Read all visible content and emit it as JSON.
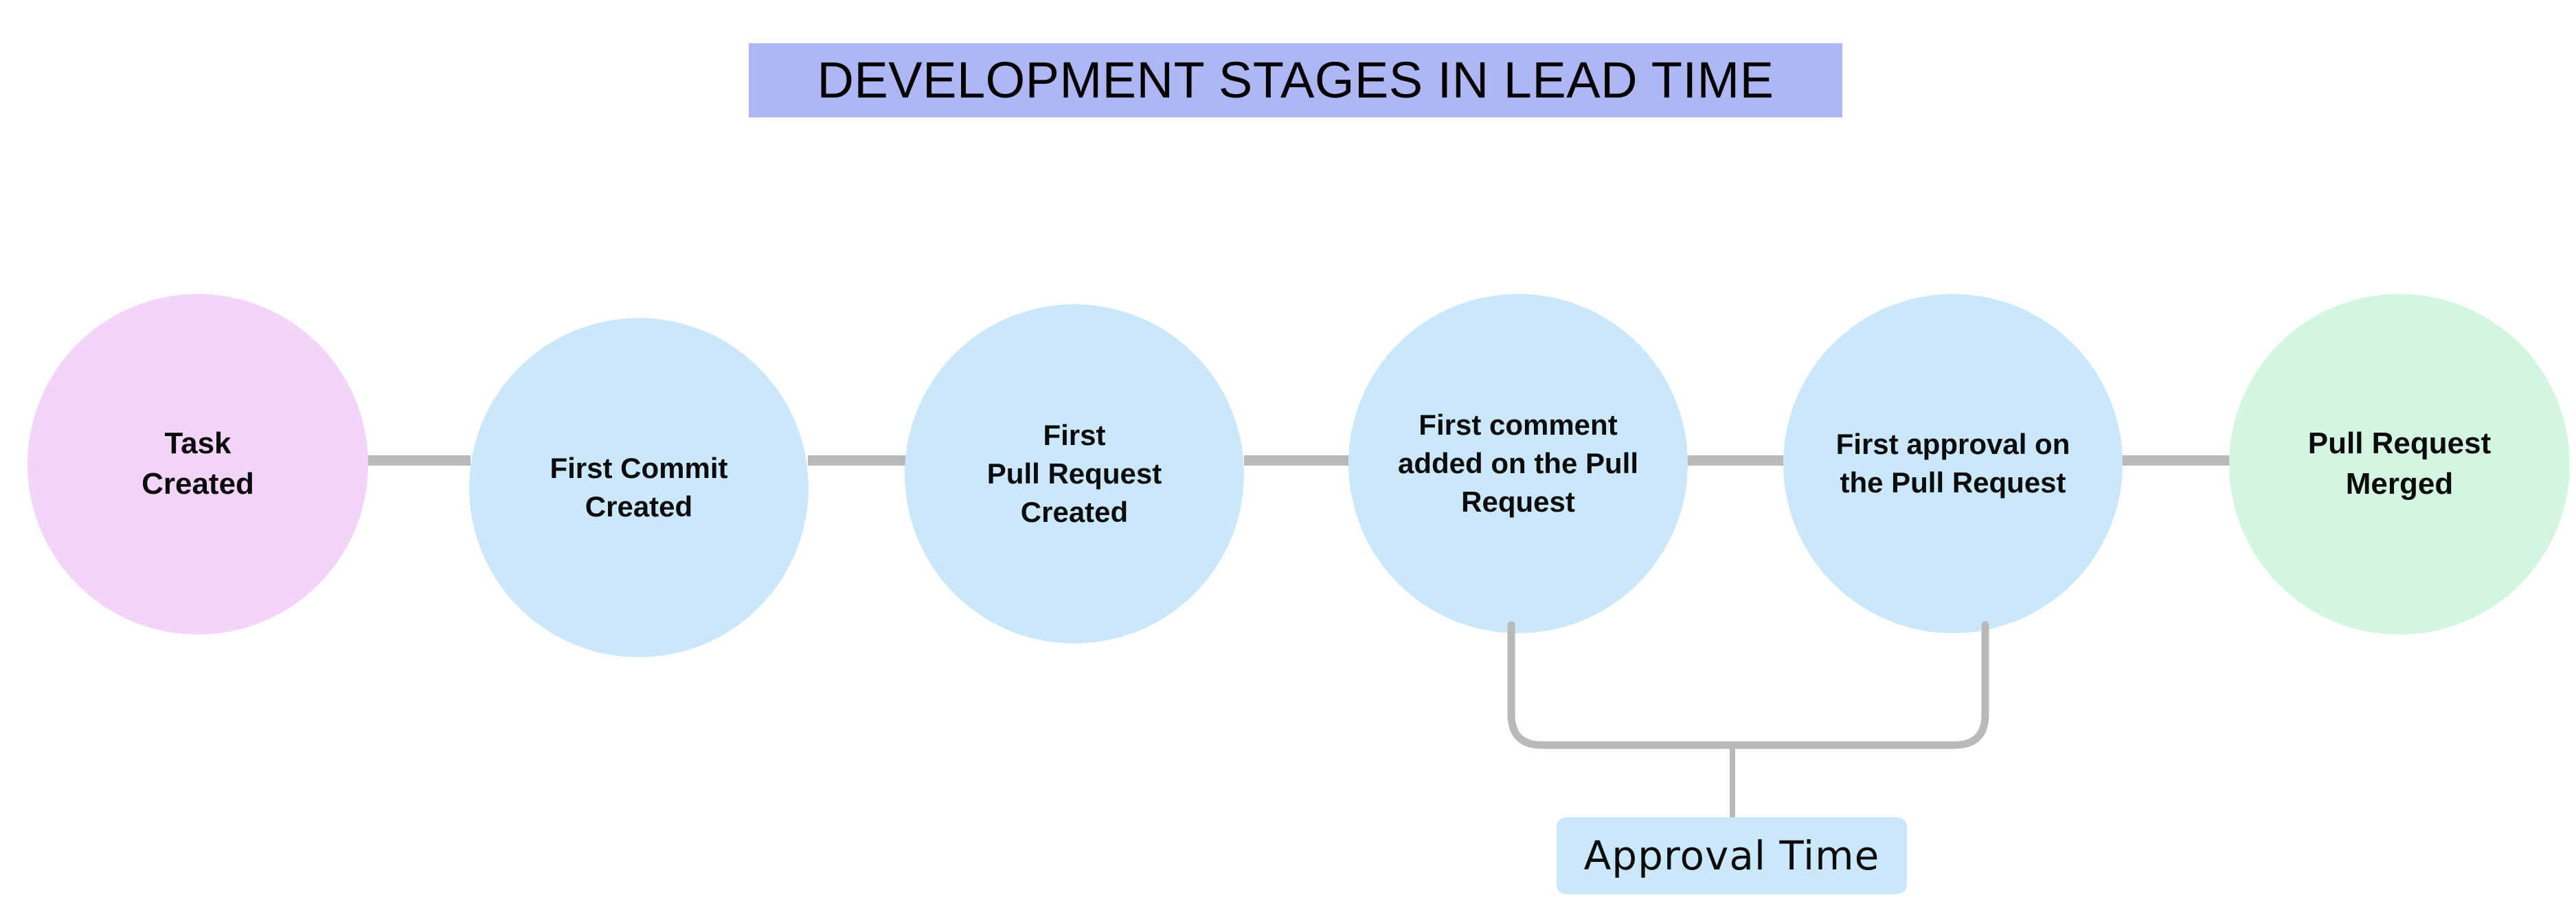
{
  "title": {
    "text": "DEVELOPMENT STAGES IN LEAD TIME",
    "background_color": "#AEB7F4",
    "text_color": "#000000"
  },
  "colors": {
    "page_background": "#FFFFFF",
    "start_node": "#F4D5FA",
    "process_node": "#CBE8FB",
    "end_node": "#D4F5E1",
    "connector_line": "#B9B9B9",
    "bracket_line": "#B9B9B9",
    "annotation_background": "#CBE8FB",
    "text": "#0B0B0B"
  },
  "stages": [
    {
      "id": "task-created",
      "label": "Task\nCreated",
      "color": "#F4D5FA",
      "role": "start"
    },
    {
      "id": "first-commit-created",
      "label": "First Commit\nCreated",
      "color": "#CBE8FB",
      "role": "process"
    },
    {
      "id": "first-pull-request-created",
      "label": "First\nPull Request\nCreated",
      "color": "#CBE8FB",
      "role": "process"
    },
    {
      "id": "first-comment-on-pull-request",
      "label": "First comment\nadded on the Pull\nRequest",
      "color": "#CBE8FB",
      "role": "process"
    },
    {
      "id": "first-approval-on-pull-request",
      "label": "First approval on\nthe Pull Request",
      "color": "#CBE8FB",
      "role": "process"
    },
    {
      "id": "pull-request-merged",
      "label": "Pull Request\nMerged",
      "color": "#D4F5E1",
      "role": "end"
    }
  ],
  "annotations": [
    {
      "id": "approval-time",
      "label": "Approval Time",
      "spans_from": "first-comment-on-pull-request",
      "spans_to": "first-approval-on-pull-request",
      "background_color": "#CBE8FB"
    }
  ],
  "connectors": [
    {
      "from": "task-created",
      "to": "first-commit-created"
    },
    {
      "from": "first-commit-created",
      "to": "first-pull-request-created"
    },
    {
      "from": "first-pull-request-created",
      "to": "first-comment-on-pull-request"
    },
    {
      "from": "first-comment-on-pull-request",
      "to": "first-approval-on-pull-request"
    },
    {
      "from": "first-approval-on-pull-request",
      "to": "pull-request-merged"
    }
  ]
}
